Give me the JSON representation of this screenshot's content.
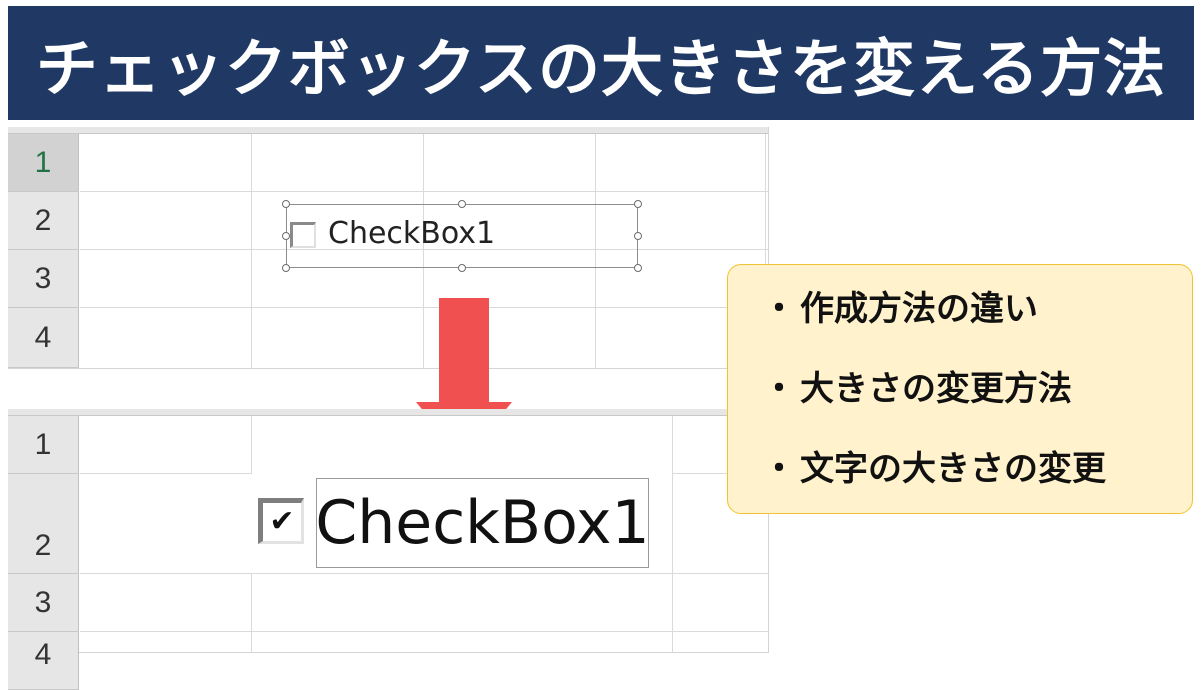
{
  "title": "チェックボックスの大きさを変える方法",
  "top_sheet": {
    "row_numbers": [
      "1",
      "2",
      "3",
      "4"
    ],
    "checkbox": {
      "label": "CheckBox1",
      "checked": false,
      "selected": true
    }
  },
  "bottom_sheet": {
    "row_numbers": [
      "1",
      "2",
      "3",
      "4"
    ],
    "checkbox": {
      "label": "CheckBox1",
      "checked": true,
      "check_mark": "✔"
    }
  },
  "arrow": {
    "direction": "down",
    "color": "#f05050"
  },
  "info_box": {
    "bullet": "・",
    "items": [
      "作成方法の違い",
      "大きさの変更方法",
      "文字の大きさの変更"
    ]
  },
  "colors": {
    "banner": "#1f3864",
    "info_bg": "#fff2cc",
    "info_border": "#f1c232",
    "selected_row_text": "#217346"
  }
}
